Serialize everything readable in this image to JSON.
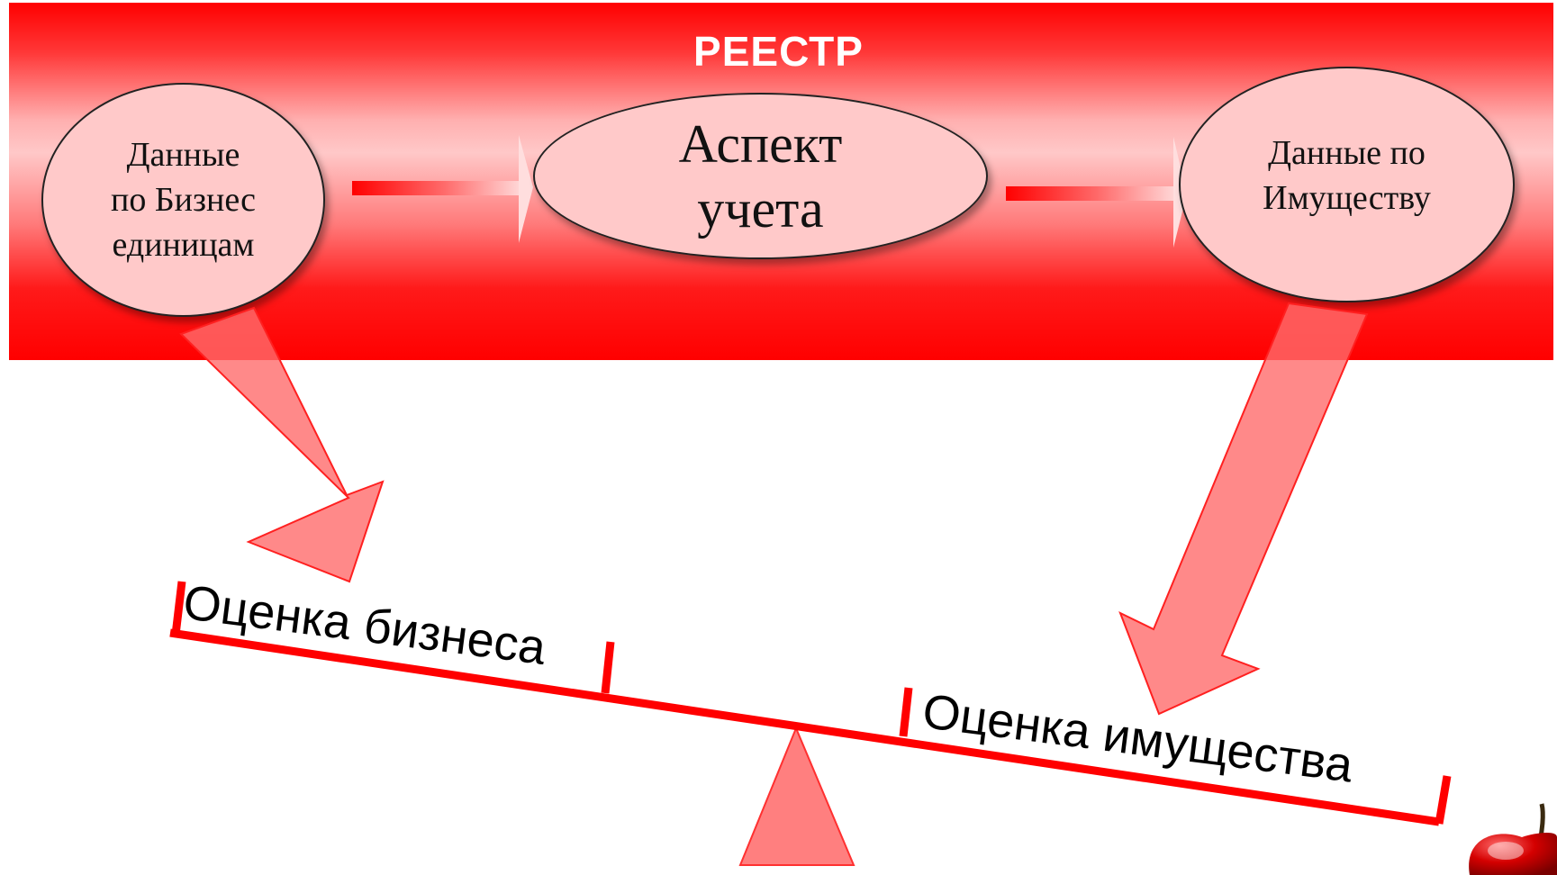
{
  "banner": {
    "title": "РЕЕСТР"
  },
  "nodes": {
    "business_units": "Данные\nпо Бизнес\nединицам",
    "accounting_aspect": "Аспект\nучета",
    "property": "Данные по\nИмуществу"
  },
  "scale": {
    "left_label": "Оценка бизнеса",
    "right_label": "Оценка имущества"
  },
  "colors": {
    "banner_red": "#ff0000",
    "node_fill": "#ffc9c9",
    "arrow_fill": "#ff7f7f",
    "beam_red": "#ff0000"
  }
}
